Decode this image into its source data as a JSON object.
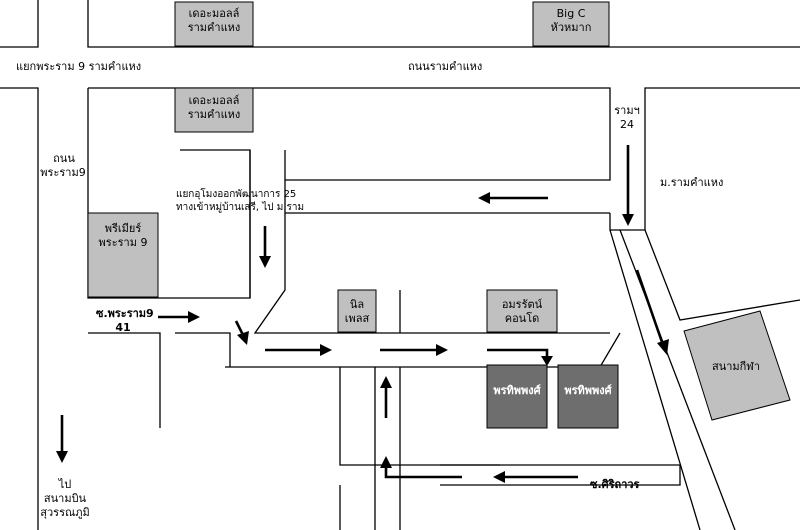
{
  "map": {
    "roads": {
      "ramkhamhaeng": "ถนนรามคำแหง",
      "rama9_intersection": "แยกพระราม 9 รามคำแหง",
      "rama9_road_l1": "ถนน",
      "rama9_road_l2": "พระราม9",
      "ramkhamhaeng_24_l1": "รามฯ",
      "ramkhamhaeng_24_l2": "24",
      "m_ramkhamhaeng": "ม.รามคำแหง",
      "soi_sirithawon": "ซ.ศิริถาวร",
      "soi_rama9_41_l1": "ซ.พระราม9",
      "soi_rama9_41_l2": "41"
    },
    "notes": {
      "tunnel_l1": "แยกอุโมงออกพัฒนาการ 25",
      "tunnel_l2": "ทางเข้าหมู่บ้านเสรี, ไป ม.ราม",
      "airport_l1": "ไป",
      "airport_l2": "สนามบิน",
      "airport_l3": "สุวรรณภูมิ"
    },
    "landmarks": {
      "the_mall_top_l1": "เดอะมอลล์",
      "the_mall_top_l2": "รามคำแหง",
      "bigc_l1": "Big C",
      "bigc_l2": "หัวหมาก",
      "the_mall_2_l1": "เดอะมอลล์",
      "the_mall_2_l2": "รามคำแหง",
      "premier_l1": "พรีเมียร์",
      "premier_l2": "พระราม 9",
      "nil_place_l1": "นิล",
      "nil_place_l2": "เพลส",
      "amornrat_l1": "อมรรัตน์",
      "amornrat_l2": "คอนโด",
      "prathippong_1": "พรทิพพงศ์",
      "prathippong_2": "พรทิพพงศ์",
      "stadium": "สนามกีฬา"
    }
  }
}
